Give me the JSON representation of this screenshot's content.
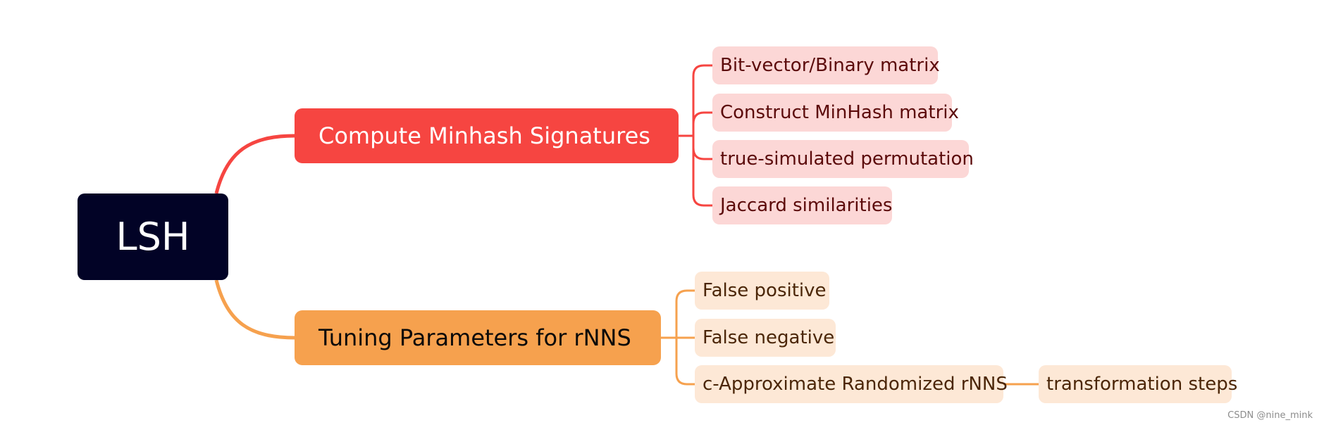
{
  "root": {
    "label": "LSH"
  },
  "branches": [
    {
      "label": "Compute Minhash Signatures",
      "color": "#f64541",
      "children": [
        "Bit-vector/Binary matrix",
        "Construct MinHash matrix",
        "true-simulated permutation",
        "Jaccard similarities"
      ]
    },
    {
      "label": "Tuning Parameters for rNNS",
      "color": "#f6a14e",
      "children": [
        "False positive",
        "False negative",
        "c-Approximate Randomized rNNS"
      ],
      "grandchild": "transformation steps"
    }
  ],
  "watermark": "CSDN @nine_mink"
}
